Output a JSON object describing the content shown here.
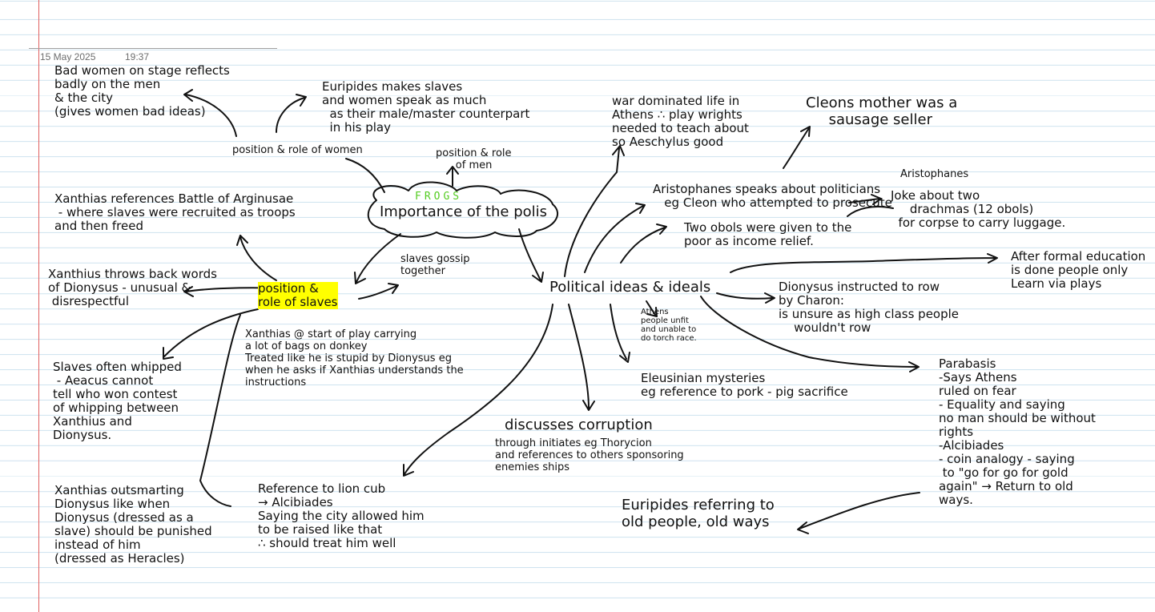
{
  "header": {
    "date": "15 May 2025",
    "time": "19:37"
  },
  "center": {
    "title_small": "FROGS",
    "title": "Importance of the polis"
  },
  "notes": {
    "bad_women": "Bad women on stage reflects\nbadly on the men\n& the city\n(gives women bad ideas)",
    "euripides_slaves": "Euripides makes slaves\nand women speak as much\n  as their male/master counterpart\n  in his play",
    "women_role": "position & role of women",
    "men_role": "position & role\n      of men",
    "xanthias_arginusae": "Xanthias references Battle of Arginusae\n - where slaves were recruited as troops\nand then freed",
    "slaves_gossip": "slaves gossip\ntogether",
    "throws_back": "Xanthius throws back words\nof Dionysus - unusual &\n disrespectful",
    "slaves_role": "position &\nrole of slaves",
    "bags": "Xanthias @ start of play carrying\na lot of bags on donkey\nTreated like he is stupid by Dionysus eg\nwhen he asks if Xanthias understands the\ninstructions",
    "whipped": "Slaves often whipped\n - Aeacus cannot\ntell who won contest\nof whipping between\nXanthius and\nDionysus.",
    "outsmarting": "Xanthias outsmarting\nDionysus like when\nDionysus (dressed as a\nslave) should be punished\ninstead of him\n(dressed as Heracles)",
    "lion": "Reference to lion cub\n→ Alcibiades\nSaying the city allowed him\nto be raised like that\n∴ should treat him well",
    "war": "war dominated life in\nAthens ∴ play wrights\nneeded to teach about\nso Aeschylus good",
    "cleon_mother": "Cleons mother was a\n     sausage seller",
    "politicians": "Aristophanes speaks about politicians\n   eg Cleon who attempted to prosecute",
    "aristophanes": "Aristophanes",
    "joke": "Joke about two\n     drachmas (12 obols)\n  for corpse to carry luggage.",
    "obols": "Two obols were given to the\npoor as income relief.",
    "education": "After formal education\nis done people only\nLearn via plays",
    "political": "Political ideas & ideals",
    "athens_torch": "Athens\npeople unfit\nand unable to\ndo torch race.",
    "charon": "Dionysus instructed to row\nby Charon:\nis unsure as high class people\n    wouldn't row",
    "eleusinian": "Eleusinian mysteries\neg reference to pork - pig sacrifice",
    "corruption": "discusses corruption",
    "corruption_detail": "through initiates eg Thorycion\nand references to others sponsoring\nenemies ships",
    "parabasis": "Parabasis\n-Says Athens\nruled on fear\n- Equality and saying\nno man should be without\nrights\n-Alcibiades\n- coin analogy - saying\n to \"go for go for gold\nagain\" → Return to old\nways.",
    "euripides_old": "Euripides referring to\nold people, old ways"
  },
  "colors": {
    "ink": "#111111",
    "highlight": "#ffff00",
    "title_green": "#55cc22",
    "margin": "#e06060",
    "rule": "#cfe3ef"
  }
}
